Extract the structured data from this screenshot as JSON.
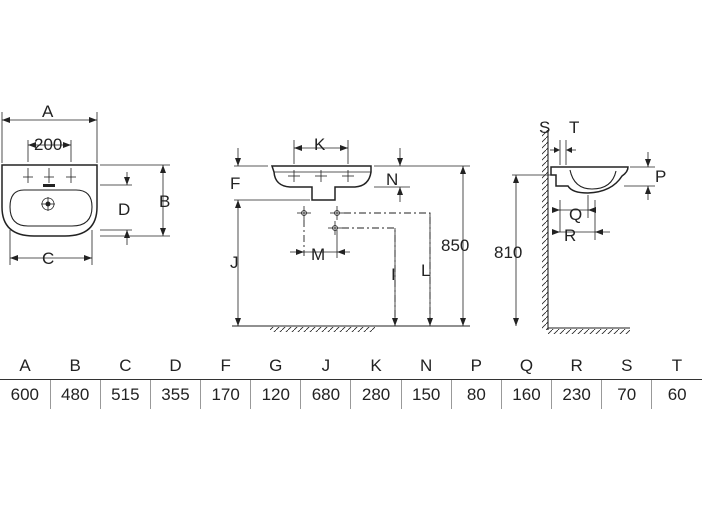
{
  "labels": {
    "A": "A",
    "B": "B",
    "C": "C",
    "D": "D",
    "F": "F",
    "I": "I",
    "J": "J",
    "K": "K",
    "L": "L",
    "M": "M",
    "N": "N",
    "P": "P",
    "Q": "Q",
    "R": "R",
    "S": "S",
    "T": "T",
    "w200": "200",
    "h850": "850",
    "h810": "810"
  },
  "table": {
    "headers": [
      "A",
      "B",
      "C",
      "D",
      "F",
      "G",
      "J",
      "K",
      "N",
      "P",
      "Q",
      "R",
      "S",
      "T"
    ],
    "values": [
      "600",
      "480",
      "515",
      "355",
      "170",
      "120",
      "680",
      "280",
      "150",
      "80",
      "160",
      "230",
      "70",
      "60"
    ]
  }
}
